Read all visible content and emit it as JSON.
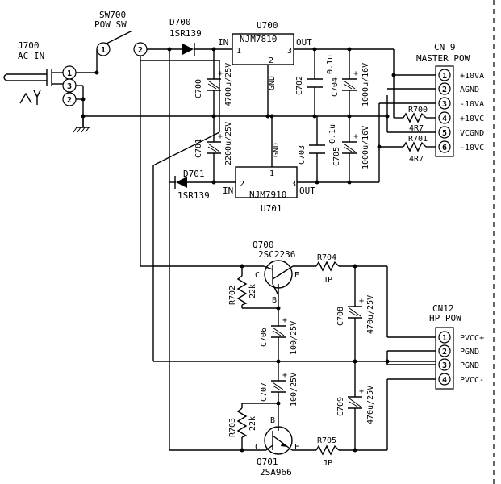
{
  "jack": {
    "ref": "J700",
    "name": "AC IN",
    "pins": [
      "1",
      "3",
      "2"
    ]
  },
  "switch": {
    "ref": "SW700",
    "name": "POW SW",
    "pins": [
      "1",
      "2"
    ]
  },
  "diodes": [
    {
      "ref": "D700",
      "part": "1SR139"
    },
    {
      "ref": "D701",
      "part": "1SR139"
    }
  ],
  "regulators": [
    {
      "ref": "U700",
      "part": "NJM7810",
      "in": "IN",
      "out": "OUT",
      "gnd": "GND",
      "pin_in": "1",
      "pin_out": "3",
      "pin_gnd": "2"
    },
    {
      "ref": "U701",
      "part": "NJM7910",
      "in": "IN",
      "out": "OUT",
      "gnd": "GND",
      "pin_in": "2",
      "pin_out": "3",
      "pin_gnd": "1"
    }
  ],
  "capacitors": [
    {
      "ref": "C700",
      "value": "4700u/25V"
    },
    {
      "ref": "C701",
      "value": "2200u/25V"
    },
    {
      "ref": "C702",
      "value": "0.1u"
    },
    {
      "ref": "C703",
      "value": "0.1u"
    },
    {
      "ref": "C704",
      "value": "1000u/16V"
    },
    {
      "ref": "C705",
      "value": "1000u/16V"
    },
    {
      "ref": "C706",
      "value": "100/25V"
    },
    {
      "ref": "C707",
      "value": "100/25V"
    },
    {
      "ref": "C708",
      "value": "470u/25V"
    },
    {
      "ref": "C709",
      "value": "470u/25V"
    }
  ],
  "resistors": [
    {
      "ref": "R700",
      "value": "4R7"
    },
    {
      "ref": "R701",
      "value": "4R7"
    },
    {
      "ref": "R702",
      "value": "22k"
    },
    {
      "ref": "R703",
      "value": "22k"
    },
    {
      "ref": "R704",
      "value": "JP"
    },
    {
      "ref": "R705",
      "value": "JP"
    }
  ],
  "transistors": [
    {
      "ref": "Q700",
      "part": "2SC2236",
      "c": "C",
      "b": "B",
      "e": "E"
    },
    {
      "ref": "Q701",
      "part": "2SA966",
      "c": "C",
      "b": "B",
      "e": "E"
    }
  ],
  "cn9": {
    "ref": "CN 9",
    "name": "MASTER POW",
    "pins": [
      {
        "num": "1",
        "label": "+10VA"
      },
      {
        "num": "2",
        "label": "AGND"
      },
      {
        "num": "3",
        "label": "-10VA"
      },
      {
        "num": "4",
        "label": "+10VC"
      },
      {
        "num": "5",
        "label": "VCGND"
      },
      {
        "num": "6",
        "label": "-10VC"
      }
    ]
  },
  "cn12": {
    "ref": "CN12",
    "name": "HP POW",
    "pins": [
      {
        "num": "1",
        "label": "PVCC+"
      },
      {
        "num": "2",
        "label": "PGND"
      },
      {
        "num": "3",
        "label": "PGND"
      },
      {
        "num": "4",
        "label": "PVCC-"
      }
    ]
  }
}
